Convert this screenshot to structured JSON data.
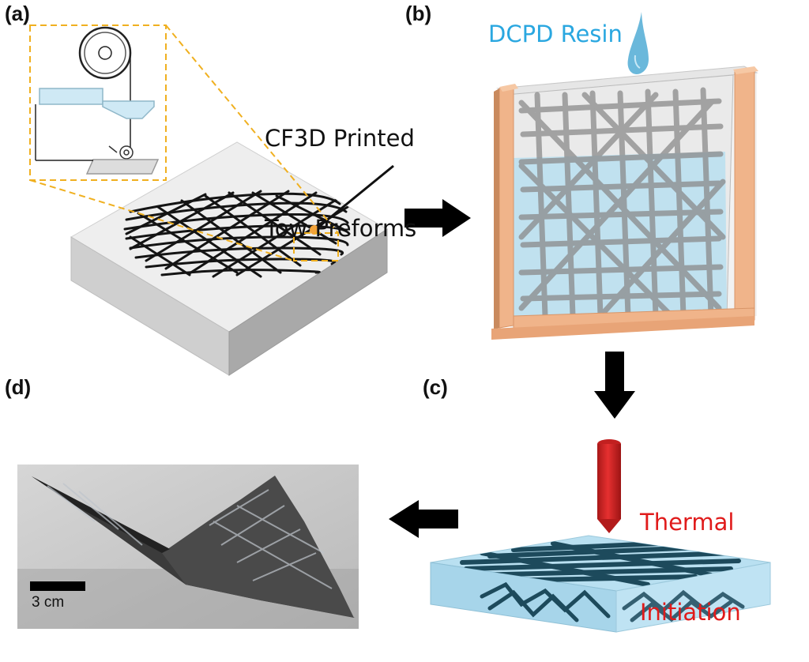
{
  "panels": {
    "a": {
      "label": "(a)",
      "caption_line1": "CF3D Printed",
      "caption_line2": "Tow Preforms"
    },
    "b": {
      "label": "(b)",
      "resin_label": "DCPD Resin"
    },
    "c": {
      "label": "(c)",
      "caption_line1": "Thermal",
      "caption_line2": "Initiation"
    },
    "d": {
      "label": "(d)",
      "scale_bar": "3 cm"
    }
  },
  "colors": {
    "resin_text": "#2aa7e0",
    "thermal_text": "#e01b1b",
    "highlight_dash": "#f0b020",
    "frame_wood": "#f0b48a",
    "resin_fill": "#b8dff0",
    "cured_fibers": "#1d4a5c"
  },
  "icons": [
    "arrow-right-icon",
    "arrow-down-icon",
    "arrow-left-icon",
    "heating-element-icon",
    "resin-drop-icon"
  ]
}
